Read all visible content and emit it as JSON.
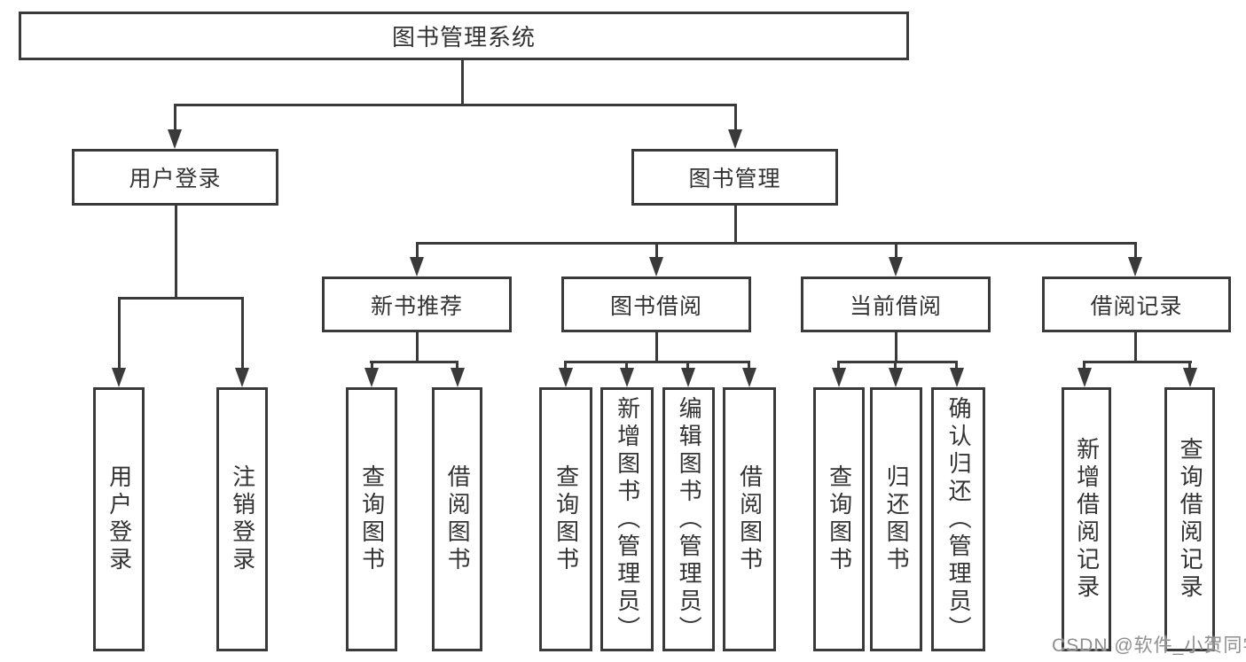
{
  "tree": {
    "root": {
      "label": "图书管理系统"
    },
    "branches": [
      {
        "label": "用户登录",
        "children": [
          {
            "label": "用户登录"
          },
          {
            "label": "注销登录"
          }
        ]
      },
      {
        "label": "图书管理",
        "groups": [
          {
            "label": "新书推荐",
            "children": [
              {
                "label": "查询图书"
              },
              {
                "label": "借阅图书"
              }
            ]
          },
          {
            "label": "图书借阅",
            "children": [
              {
                "label": "查询图书"
              },
              {
                "label": "新增图书（管理员）"
              },
              {
                "label": "编辑图书（管理员）"
              },
              {
                "label": "借阅图书"
              }
            ]
          },
          {
            "label": "当前借阅",
            "children": [
              {
                "label": "查询图书"
              },
              {
                "label": "归还图书"
              },
              {
                "label": "确认归还（管理员）"
              }
            ]
          },
          {
            "label": "借阅记录",
            "children": [
              {
                "label": "新增借阅记录"
              },
              {
                "label": "查询借阅记录"
              }
            ]
          }
        ]
      }
    ]
  },
  "watermark": {
    "text": "CSDN @软件_小贺同学"
  },
  "colors": {
    "line": "#3a3a3a",
    "text": "#333333",
    "watermark": "#8f8f8f",
    "background": "#ffffff"
  }
}
